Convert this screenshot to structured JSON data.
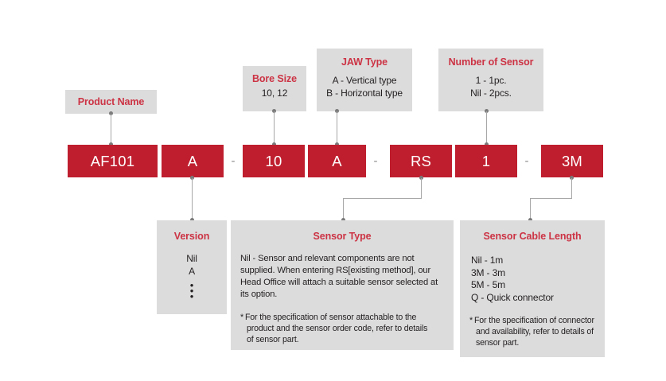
{
  "colors": {
    "code_red": "#be1e2d",
    "heading_red": "#cc3344",
    "box_grey": "#dcdcdc",
    "line_grey": "#a7a7a7",
    "text_dark": "#231f20"
  },
  "top_labels": [
    {
      "id": "product-name",
      "heading": "Product Name",
      "lines": []
    },
    {
      "id": "bore-size",
      "heading": "Bore Size",
      "lines": [
        "10, 12"
      ]
    },
    {
      "id": "jaw-type",
      "heading": "JAW Type",
      "lines": [
        "A - Vertical type",
        "B - Horizontal type"
      ]
    },
    {
      "id": "number-of-sensor",
      "heading": "Number of Sensor",
      "lines": [
        "1 - 1pc.",
        "Nil - 2pcs."
      ]
    }
  ],
  "code_row": {
    "segments": [
      {
        "id": "product-name",
        "value": "AF101"
      },
      {
        "id": "version",
        "value": "A"
      },
      {
        "id": "bore-size",
        "value": "10"
      },
      {
        "id": "jaw-type",
        "value": "A"
      },
      {
        "id": "sensor-type",
        "value": "RS"
      },
      {
        "id": "number-of-sensor",
        "value": "1"
      },
      {
        "id": "cable-length",
        "value": "3M"
      }
    ],
    "separators": [
      "-",
      "-"
    ]
  },
  "bottom_labels": {
    "version": {
      "heading": "Version",
      "lines": [
        "Nil",
        "A"
      ],
      "ellipsis": "•"
    },
    "sensor_type": {
      "heading": "Sensor Type",
      "body": "Nil - Sensor and relevant components are not supplied. When entering RS[existing method], our Head Office will attach a suitable sensor selected at its option.",
      "note_star": "*",
      "note_line1": "For the specification of sensor attachable to the",
      "note_line2": "product and the sensor order code, refer to details",
      "note_line3": "of sensor part."
    },
    "cable_length": {
      "heading": "Sensor Cable Length",
      "lines": [
        "Nil - 1m",
        "3M - 3m",
        "5M - 5m",
        "Q - Quick connector"
      ],
      "note_star": "*",
      "note_line1": "For the specification of connector",
      "note_line2": "and availability, refer to details of",
      "note_line3": "sensor part."
    }
  }
}
